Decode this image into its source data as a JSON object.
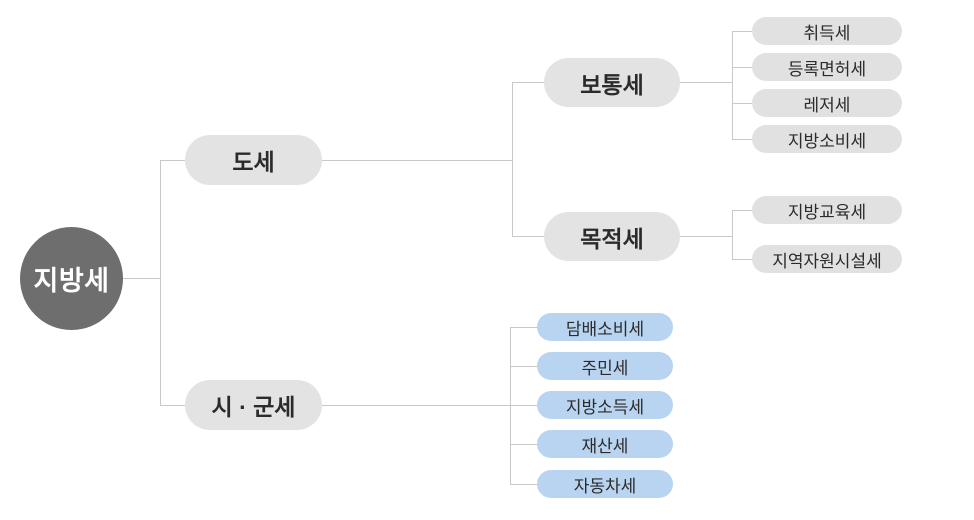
{
  "diagram": {
    "root": {
      "label": "지방세"
    },
    "branches": [
      {
        "label": "도세",
        "children": [
          {
            "label": "보통세",
            "children": [
              "취득세",
              "등록면허세",
              "레저세",
              "지방소비세"
            ]
          },
          {
            "label": "목적세",
            "children": [
              "지방교육세",
              "지역자원시설세"
            ]
          }
        ]
      },
      {
        "label": "시 · 군세",
        "children": [
          "담배소비세",
          "주민세",
          "지방소득세",
          "재산세",
          "자동차세"
        ]
      }
    ],
    "colors": {
      "root_bg": "#6e6e6e",
      "root_text": "#ffffff",
      "branch_pill_bg": "#e3e3e3",
      "leaf_gray_bg": "#e1e1e1",
      "leaf_blue_bg": "#b8d4f0",
      "connector_line": "#c8c8c8",
      "node_text": "#2b2b2b",
      "background": "#ffffff"
    }
  }
}
